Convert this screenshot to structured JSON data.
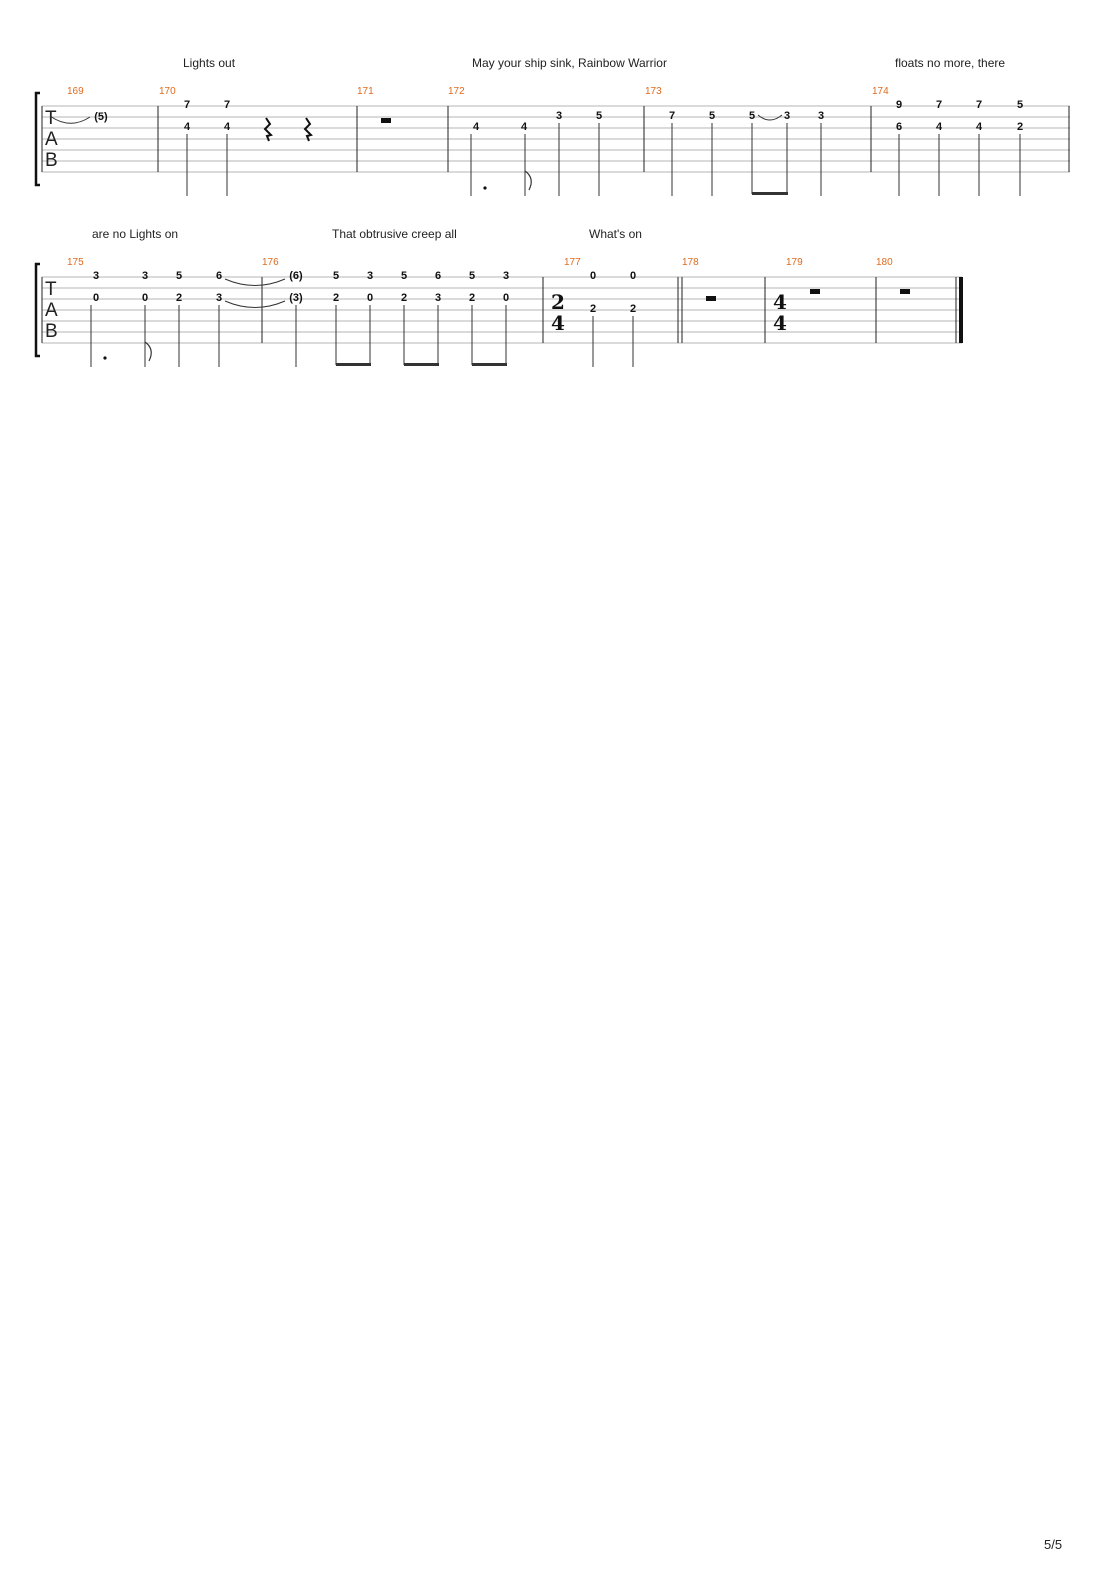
{
  "page": {
    "page_number": "5/5",
    "tab_clef": [
      "T",
      "A",
      "B"
    ]
  },
  "systems": [
    {
      "lyrics": [
        "Lights out",
        "May your ship sink, Rainbow Warrior",
        "floats no more, there"
      ],
      "measures": [
        {
          "number": "169",
          "frets": [
            "(5)"
          ]
        },
        {
          "number": "170",
          "frets": [
            "7",
            "4",
            "7",
            "4"
          ],
          "rests": [
            "quarter",
            "quarter"
          ]
        },
        {
          "number": "171",
          "rests": [
            "whole"
          ]
        },
        {
          "number": "172",
          "frets": [
            "4",
            "4",
            "3",
            "5"
          ]
        },
        {
          "number": "173",
          "frets": [
            "7",
            "5",
            "5",
            "3",
            "3"
          ]
        },
        {
          "number": "174",
          "frets": [
            "9",
            "6",
            "7",
            "4",
            "7",
            "4",
            "5",
            "2"
          ]
        }
      ]
    },
    {
      "lyrics": [
        "are no Lights on",
        "That obtrusive creep all",
        "What's on"
      ],
      "measures": [
        {
          "number": "175",
          "frets": [
            "3",
            "0",
            "3",
            "0",
            "5",
            "2",
            "6",
            "3"
          ]
        },
        {
          "number": "176",
          "frets": [
            "(6)",
            "(3)",
            "5",
            "2",
            "3",
            "0",
            "5",
            "2",
            "6",
            "3",
            "5",
            "2",
            "3",
            "0"
          ]
        },
        {
          "number": "177",
          "time_signature": [
            "2",
            "4"
          ],
          "frets": [
            "0",
            "2",
            "0",
            "2"
          ]
        },
        {
          "number": "178",
          "rests": [
            "half"
          ]
        },
        {
          "number": "179",
          "time_signature": [
            "4",
            "4"
          ],
          "rests": [
            "whole"
          ]
        },
        {
          "number": "180",
          "rests": [
            "whole"
          ]
        }
      ]
    }
  ]
}
